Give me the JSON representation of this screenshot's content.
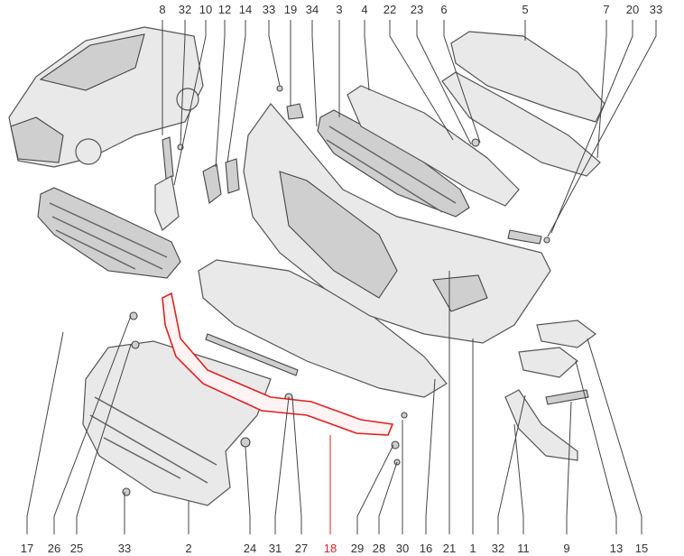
{
  "diagram": {
    "title": "Front bumper exploded parts diagram",
    "highlight_color": "#e02020",
    "top_labels": [
      "8",
      "32",
      "10",
      "12",
      "14",
      "33",
      "19",
      "34",
      "3",
      "4",
      "22",
      "23",
      "6",
      "5",
      "7",
      "20",
      "33"
    ],
    "bottom_labels": [
      "17",
      "26",
      "25",
      "33",
      "2",
      "24",
      "31",
      "27",
      "18",
      "29",
      "28",
      "30",
      "16",
      "21",
      "1",
      "32",
      "11",
      "9",
      "13",
      "15"
    ],
    "highlighted_label": "18"
  }
}
